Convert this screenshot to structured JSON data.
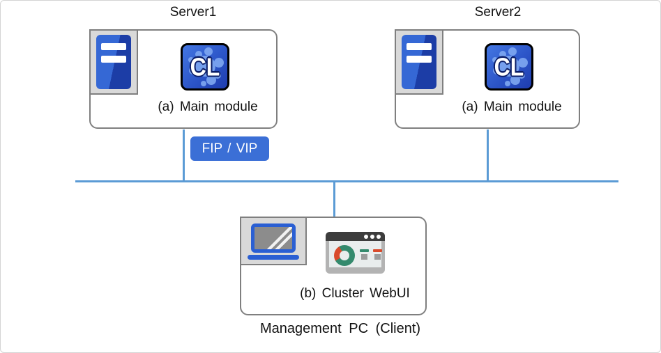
{
  "nodes": {
    "server1": {
      "title": "Server1",
      "label": "(a) Main module"
    },
    "server2": {
      "title": "Server2",
      "label": "(a) Main module"
    },
    "management_pc": {
      "label": "(b) Cluster WebUI",
      "caption": "Management PC (Client)"
    }
  },
  "badge": {
    "fip_vip": "FIP / VIP"
  },
  "icons": {
    "cl_app": {
      "name": "cluster-app-icon",
      "letters": "CL"
    },
    "server_tower": {
      "name": "server-tower-icon"
    },
    "laptop": {
      "name": "laptop-icon"
    },
    "webui_browser": {
      "name": "dashboard-browser-icon"
    }
  },
  "colors": {
    "network_line": "#5b9bd5",
    "box_border": "#7f7f7f",
    "badge_blue": "#3b6fd6",
    "tower_blue_light": "#3568d5",
    "tower_blue_dark": "#1c3da6",
    "cl_bg_light": "#4477e2",
    "cl_bg_dark": "#1e3cae",
    "cl_splash": "#7da6f0",
    "laptop_blue": "#2a5fd3",
    "browser_bar": "#3d3d3d",
    "donut_teal": "#348a6d",
    "donut_red": "#d94a2b"
  }
}
